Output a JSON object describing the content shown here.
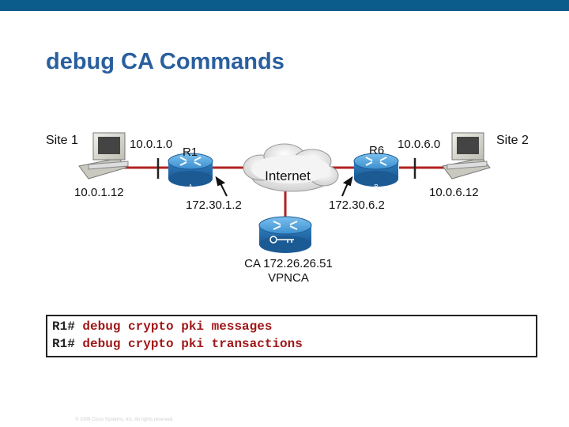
{
  "slide": {
    "title": "debug CA Commands",
    "footer": "© 2006 Cisco Systems, Inc. All rights reserved."
  },
  "diagram": {
    "site1": "Site 1",
    "site2": "Site 2",
    "net1": "10.0.1.0",
    "host1": "10.0.1.12",
    "r1": "R1",
    "r1_letter": "A",
    "r1_ip": "172.30.1.2",
    "internet": "Internet",
    "r6": "R6",
    "r6_letter": "B",
    "r6_ip": "172.30.6.2",
    "net6": "10.0.6.0",
    "host6": "10.0.6.12",
    "ca_line1": "CA 172.26.26.51",
    "ca_line2": "VPNCA"
  },
  "cli": {
    "line1_prompt": "R1# ",
    "line1_cmd": "debug crypto pki messages",
    "line2_prompt": "R1# ",
    "line2_cmd": "debug crypto pki transactions"
  },
  "colors": {
    "header_bar": "#0b5c8a",
    "title": "#2a5f9e",
    "link_line": "#b22222",
    "router_blue": "#2f7fc1",
    "command_red": "#a01818"
  }
}
